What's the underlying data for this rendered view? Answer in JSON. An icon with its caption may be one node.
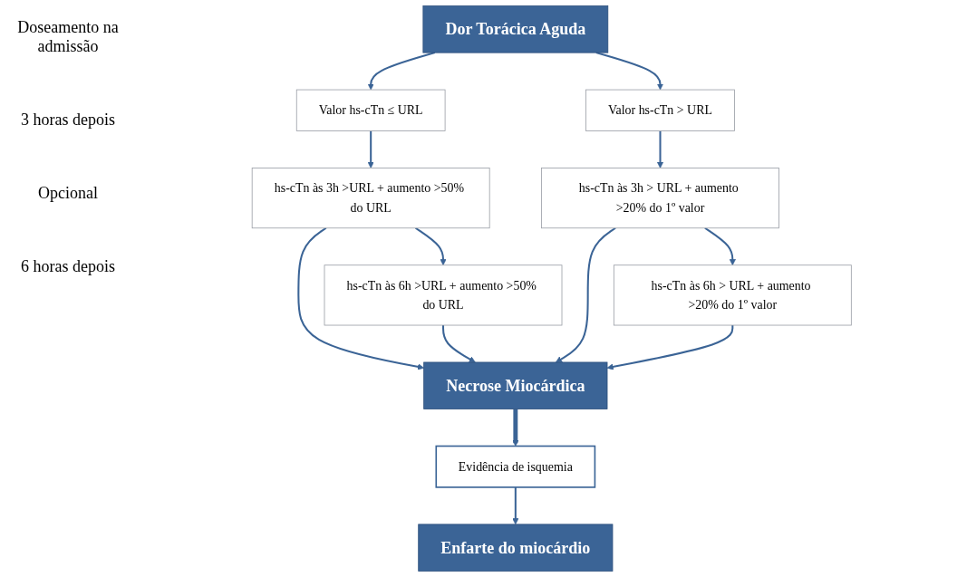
{
  "diagram": {
    "nodes": [
      {
        "text": [
          "Dor Torácica Aguda"
        ]
      },
      {
        "text": [
          "Valor hs-cTn ≤ URL"
        ]
      },
      {
        "text": [
          "Valor hs-cTn > URL"
        ]
      },
      {
        "text": [
          "hs-cTn às 3h >URL + aumento >50% do URL"
        ]
      },
      {
        "text": [
          "Necrose Miocárdica"
        ]
      },
      {
        "text": [
          "hs-cTn às 3h > URL + aumento >20% do 1º valor"
        ]
      },
      {
        "text": [
          "hs-cTn às 6h >URL + aumento >50% do URL"
        ]
      },
      {
        "text": [
          "Evidência de isquemia"
        ]
      },
      {
        "text": [
          "hs-cTn às 6h > URL + aumento >20% do 1º valor"
        ]
      },
      {
        "text": [
          "Enfarte do miocárdio"
        ]
      }
    ],
    "edges": [
      {
        "from": 0,
        "to": 1,
        "arrow": "to"
      },
      {
        "from": 0,
        "to": 2,
        "arrow": "to"
      },
      {
        "from": 1,
        "to": 3,
        "arrow": "to"
      },
      {
        "from": 2,
        "to": 5,
        "arrow": "to"
      },
      {
        "from": 3,
        "to": 4,
        "arrow": "to"
      },
      {
        "from": 5,
        "to": 4,
        "arrow": "to"
      },
      {
        "from": 3,
        "to": 6,
        "arrow": "to"
      },
      {
        "from": 5,
        "to": 8,
        "arrow": "to"
      },
      {
        "from": 6,
        "to": 4,
        "arrow": "to"
      },
      {
        "from": 8,
        "to": 4,
        "arrow": "to"
      },
      {
        "from": 4,
        "to": 7,
        "arrow": "to",
        "style": "thick"
      },
      {
        "from": 7,
        "to": 9,
        "arrow": "to"
      }
    ],
    "labels": [
      "Doseamento na admissão",
      "3 horas depois",
      "Opcional",
      "6 horas depois"
    ]
  }
}
